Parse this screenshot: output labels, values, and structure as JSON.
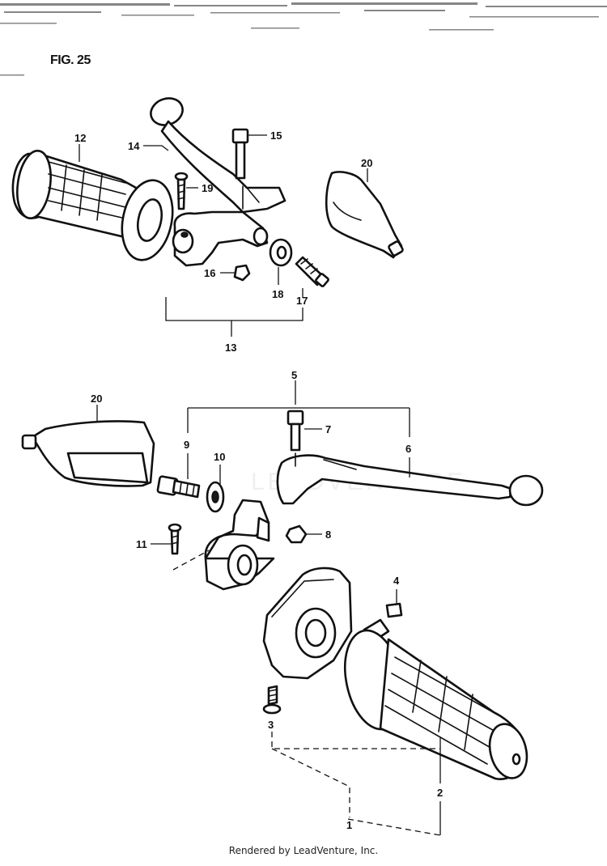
{
  "figure": {
    "title": "FIG. 25"
  },
  "footer": "Rendered by LeadVenture, Inc.",
  "watermark": "LEADVENTURE",
  "callouts": {
    "c1": "1",
    "c2": "2",
    "c3": "3",
    "c4": "4",
    "c5": "5",
    "c6": "6",
    "c7": "7",
    "c8": "8",
    "c9": "9",
    "c10": "10",
    "c11": "11",
    "c12": "12",
    "c13": "13",
    "c14": "14",
    "c15": "15",
    "c16": "16",
    "c17": "17",
    "c18": "18",
    "c19": "19",
    "c20a": "20",
    "c20b": "20"
  }
}
